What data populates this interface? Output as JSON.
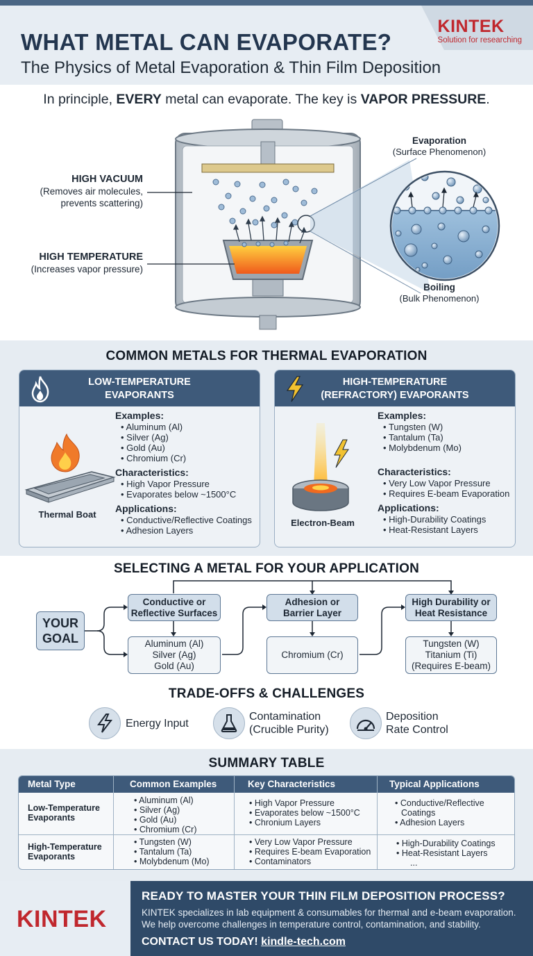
{
  "header": {
    "title": "WHAT METAL CAN EVAPORATE?",
    "subtitle": "The Physics of Metal Evaporation & Thin Film Deposition",
    "brand": "KINTEK",
    "brand_tagline": "Solution for researching"
  },
  "intro": {
    "part1": "In principle, ",
    "bold1": "EVERY",
    "part2": " metal can evaporate. The key is ",
    "bold2": "VAPOR PRESSURE",
    "part3": "."
  },
  "diagram": {
    "vacuum_title": "HIGH VACUUM",
    "vacuum_desc1": "(Removes air molecules,",
    "vacuum_desc2": "prevents scattering)",
    "temp_title": "HIGH TEMPERATURE",
    "temp_desc": "(Increases vapor pressure)",
    "evap_title": "Evaporation",
    "evap_desc": "(Surface Phenomenon)",
    "boil_title": "Boiling",
    "boil_desc": "(Bulk Phenomenon)"
  },
  "metals": {
    "title": "COMMON METALS FOR THERMAL EVAPORATION",
    "low": {
      "heading1": "LOW-TEMPERATURE",
      "heading2": "EVAPORANTS",
      "illustration_label": "Thermal Boat",
      "examples_title": "Examples:",
      "examples": [
        "Aluminum (Al)",
        "Silver (Ag)",
        "Gold (Au)",
        "Chromium (Cr)"
      ],
      "characteristics_title": "Characteristics:",
      "characteristics": [
        "High Vapor Pressure",
        "Evaporates below ~1500°C"
      ],
      "applications_title": "Applications:",
      "applications": [
        "Conductive/Reflective Coatings",
        "Adhesion Layers"
      ]
    },
    "high": {
      "heading1": "HIGH-TEMPERATURE",
      "heading2": "(REFRACTORY) EVAPORANTS",
      "illustration_label": "Electron-Beam",
      "examples_title": "Examples:",
      "examples": [
        "Tungsten (W)",
        "Tantalum (Ta)",
        "Molybdenum (Mo)"
      ],
      "characteristics_title": "Characteristics:",
      "characteristics": [
        "Very Low Vapor Pressure",
        "Requires E-beam Evaporation"
      ],
      "applications_title": "Applications:",
      "applications": [
        "High-Durability Coatings",
        "Heat-Resistant Layers"
      ]
    }
  },
  "flow": {
    "title": "SELECTING A METAL FOR YOUR APPLICATION",
    "goal": "YOUR GOAL",
    "goal_line1": "YOUR",
    "goal_line2": "GOAL",
    "need1_l1": "Conductive or",
    "need1_l2": "Reflective Surfaces",
    "result1_l1": "Aluminum (Al)",
    "result1_l2": "Silver (Ag)",
    "result1_l3": "Gold (Au)",
    "need2_l1": "Adhesion or",
    "need2_l2": "Barrier Layer",
    "result2": "Chromium (Cr)",
    "need3_l1": "High Durability or",
    "need3_l2": "Heat Resistance",
    "result3_l1": "Tungsten (W)",
    "result3_l2": "Titanium (Ti)",
    "result3_l3": "(Requires E-beam)"
  },
  "tradeoffs": {
    "title": "TRADE-OFFS & CHALLENGES",
    "item1": "Energy Input",
    "item2_l1": "Contamination",
    "item2_l2": "(Crucible Purity)",
    "item3_l1": "Deposition",
    "item3_l2": "Rate Control",
    "icons": [
      "lightning-icon",
      "flask-icon",
      "gauge-icon"
    ]
  },
  "summary": {
    "title": "SUMMARY TABLE",
    "columns": [
      "Metal Type",
      "Common Examples",
      "Key Characteristics",
      "Typical Applications"
    ],
    "rows": [
      {
        "type_l1": "Low-Temperature",
        "type_l2": "Evaporants",
        "examples": [
          "Aluminum (Al)",
          "Silver (Ag)",
          "Gold (Au)",
          "Chromium (Cr)"
        ],
        "characteristics": [
          "High Vapor Pressure",
          "Evaporates below ~1500°C",
          "Chronium Layers"
        ],
        "applications": [
          "Conductive/Reflective",
          "Adhesion Layers"
        ],
        "applications_cont": "Coatings"
      },
      {
        "type_l1": "High-Temperature",
        "type_l2": "Evaporants",
        "examples": [
          "Tungsten (W)",
          "Tantalum (Ta)",
          "Molybdenum (Mo)"
        ],
        "characteristics": [
          "Very Low Vapor Pressure",
          "Requires E-beam Evaporation",
          "Contaminators"
        ],
        "applications": [
          "High-Durability Coatings",
          "Heat-Resistant Layers"
        ],
        "applications_more": "..."
      }
    ]
  },
  "footer": {
    "brand": "KINTEK",
    "cta_title": "READY TO MASTER YOUR THIN FILM DEPOSITION PROCESS?",
    "cta_line1": "KINTEK specializes in lab equipment & consumables for thermal and e-beam evaporation.",
    "cta_line2": "We help overcome challenges in temperature control, contamination, and stability.",
    "cta_contact": "CONTACT US TODAY!",
    "cta_url": "kindle-tech.com"
  },
  "colors": {
    "brand_red": "#c0272d",
    "navy": "#3e5a7a",
    "panel_bg": "#e6ecf2"
  }
}
